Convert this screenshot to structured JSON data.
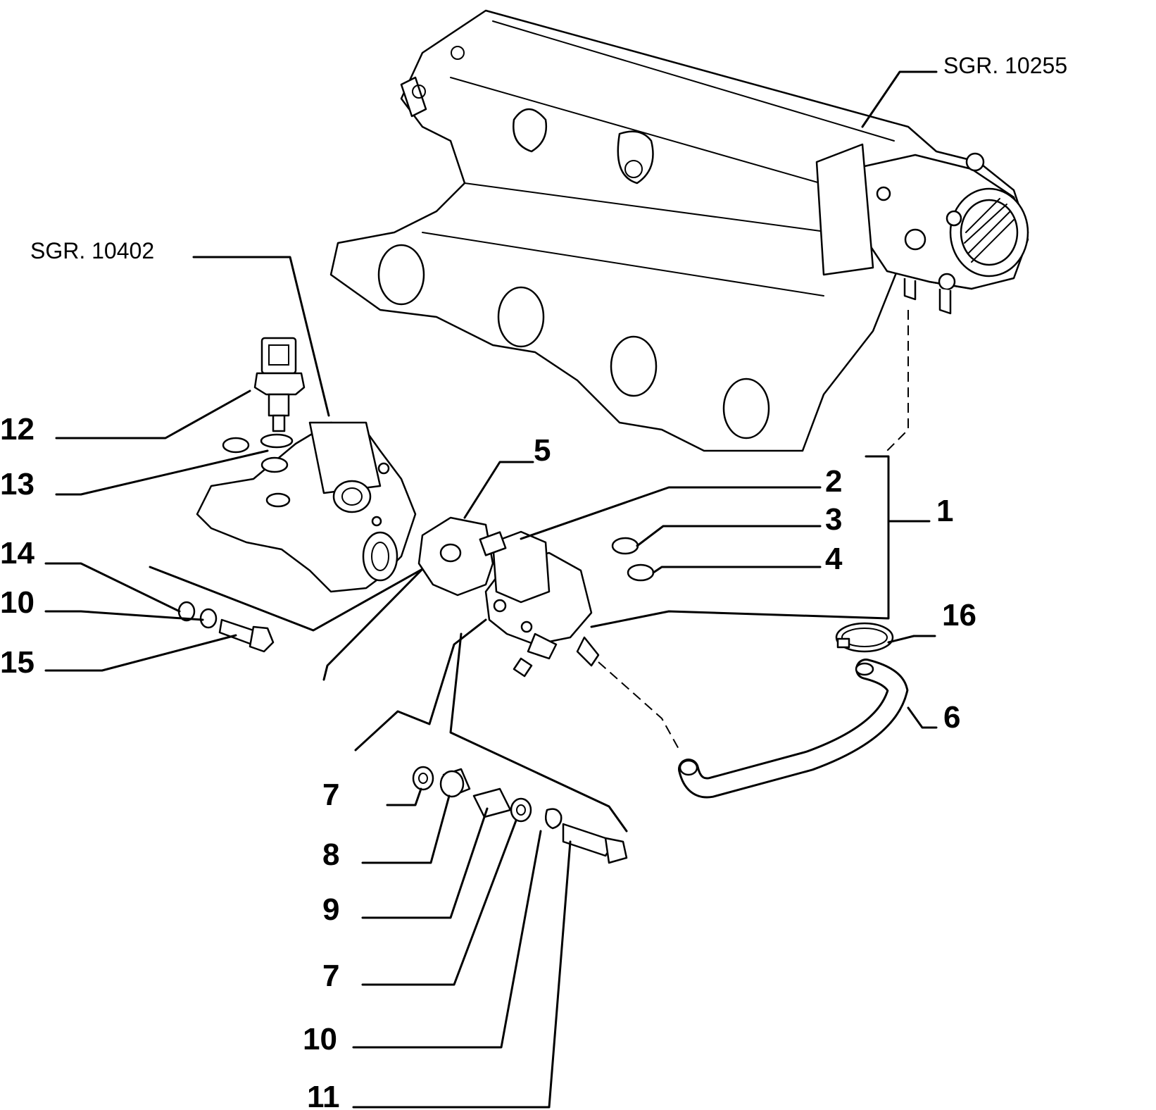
{
  "refs": {
    "sgr_10255": "SGR. 10255",
    "sgr_10402": "SGR. 10402"
  },
  "callouts": {
    "c1": "1",
    "c2": "2",
    "c3": "3",
    "c4": "4",
    "c5": "5",
    "c6": "6",
    "c7a": "7",
    "c7b": "7",
    "c8": "8",
    "c9": "9",
    "c10a": "10",
    "c10b": "10",
    "c11": "11",
    "c12": "12",
    "c13": "13",
    "c14": "14",
    "c15": "15",
    "c16": "16"
  }
}
